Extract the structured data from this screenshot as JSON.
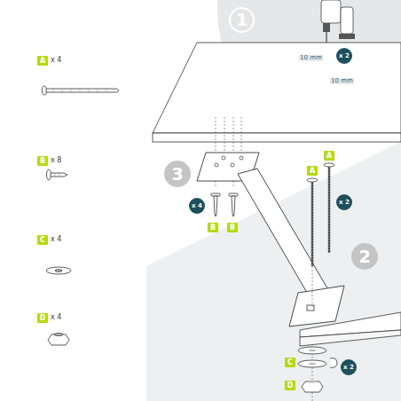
{
  "diagram": {
    "nodes": [
      {
        "text": [
          "1"
        ]
      },
      {
        "text": [
          "x 2"
        ]
      },
      {
        "text": [
          "A"
        ]
      },
      {
        "text": [
          "3"
        ]
      },
      {
        "text": [
          "B"
        ]
      },
      {
        "text": [
          "A"
        ]
      },
      {
        "text": [
          "A"
        ]
      },
      {
        "text": [
          "x 4"
        ]
      },
      {
        "text": [
          "x 2"
        ]
      },
      {
        "text": [
          "B"
        ]
      },
      {
        "text": [
          "B"
        ]
      },
      {
        "text": [
          "C"
        ]
      },
      {
        "text": [
          "2"
        ]
      },
      {
        "text": [
          "D"
        ]
      },
      {
        "text": [
          "C"
        ]
      },
      {
        "text": [
          "x 2"
        ]
      },
      {
        "text": [
          "D"
        ]
      }
    ],
    "labels": [
      "x 4",
      "x 8",
      "x 4",
      "x 4",
      "10 mm",
      "10 mm"
    ]
  }
}
